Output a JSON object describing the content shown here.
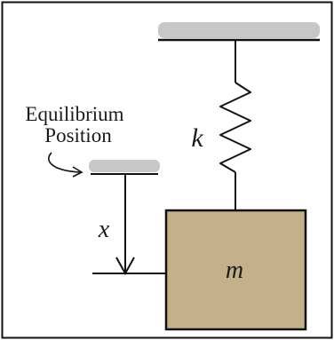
{
  "labels": {
    "equilibrium_line1": "Equilibrium",
    "equilibrium_line2": "Position",
    "spring_constant": "k",
    "displacement": "x",
    "mass": "m"
  },
  "colors": {
    "ceiling": "#c7c7c7",
    "mass_fill": "#c4b089",
    "stroke": "#111111",
    "frame": "#111111"
  }
}
